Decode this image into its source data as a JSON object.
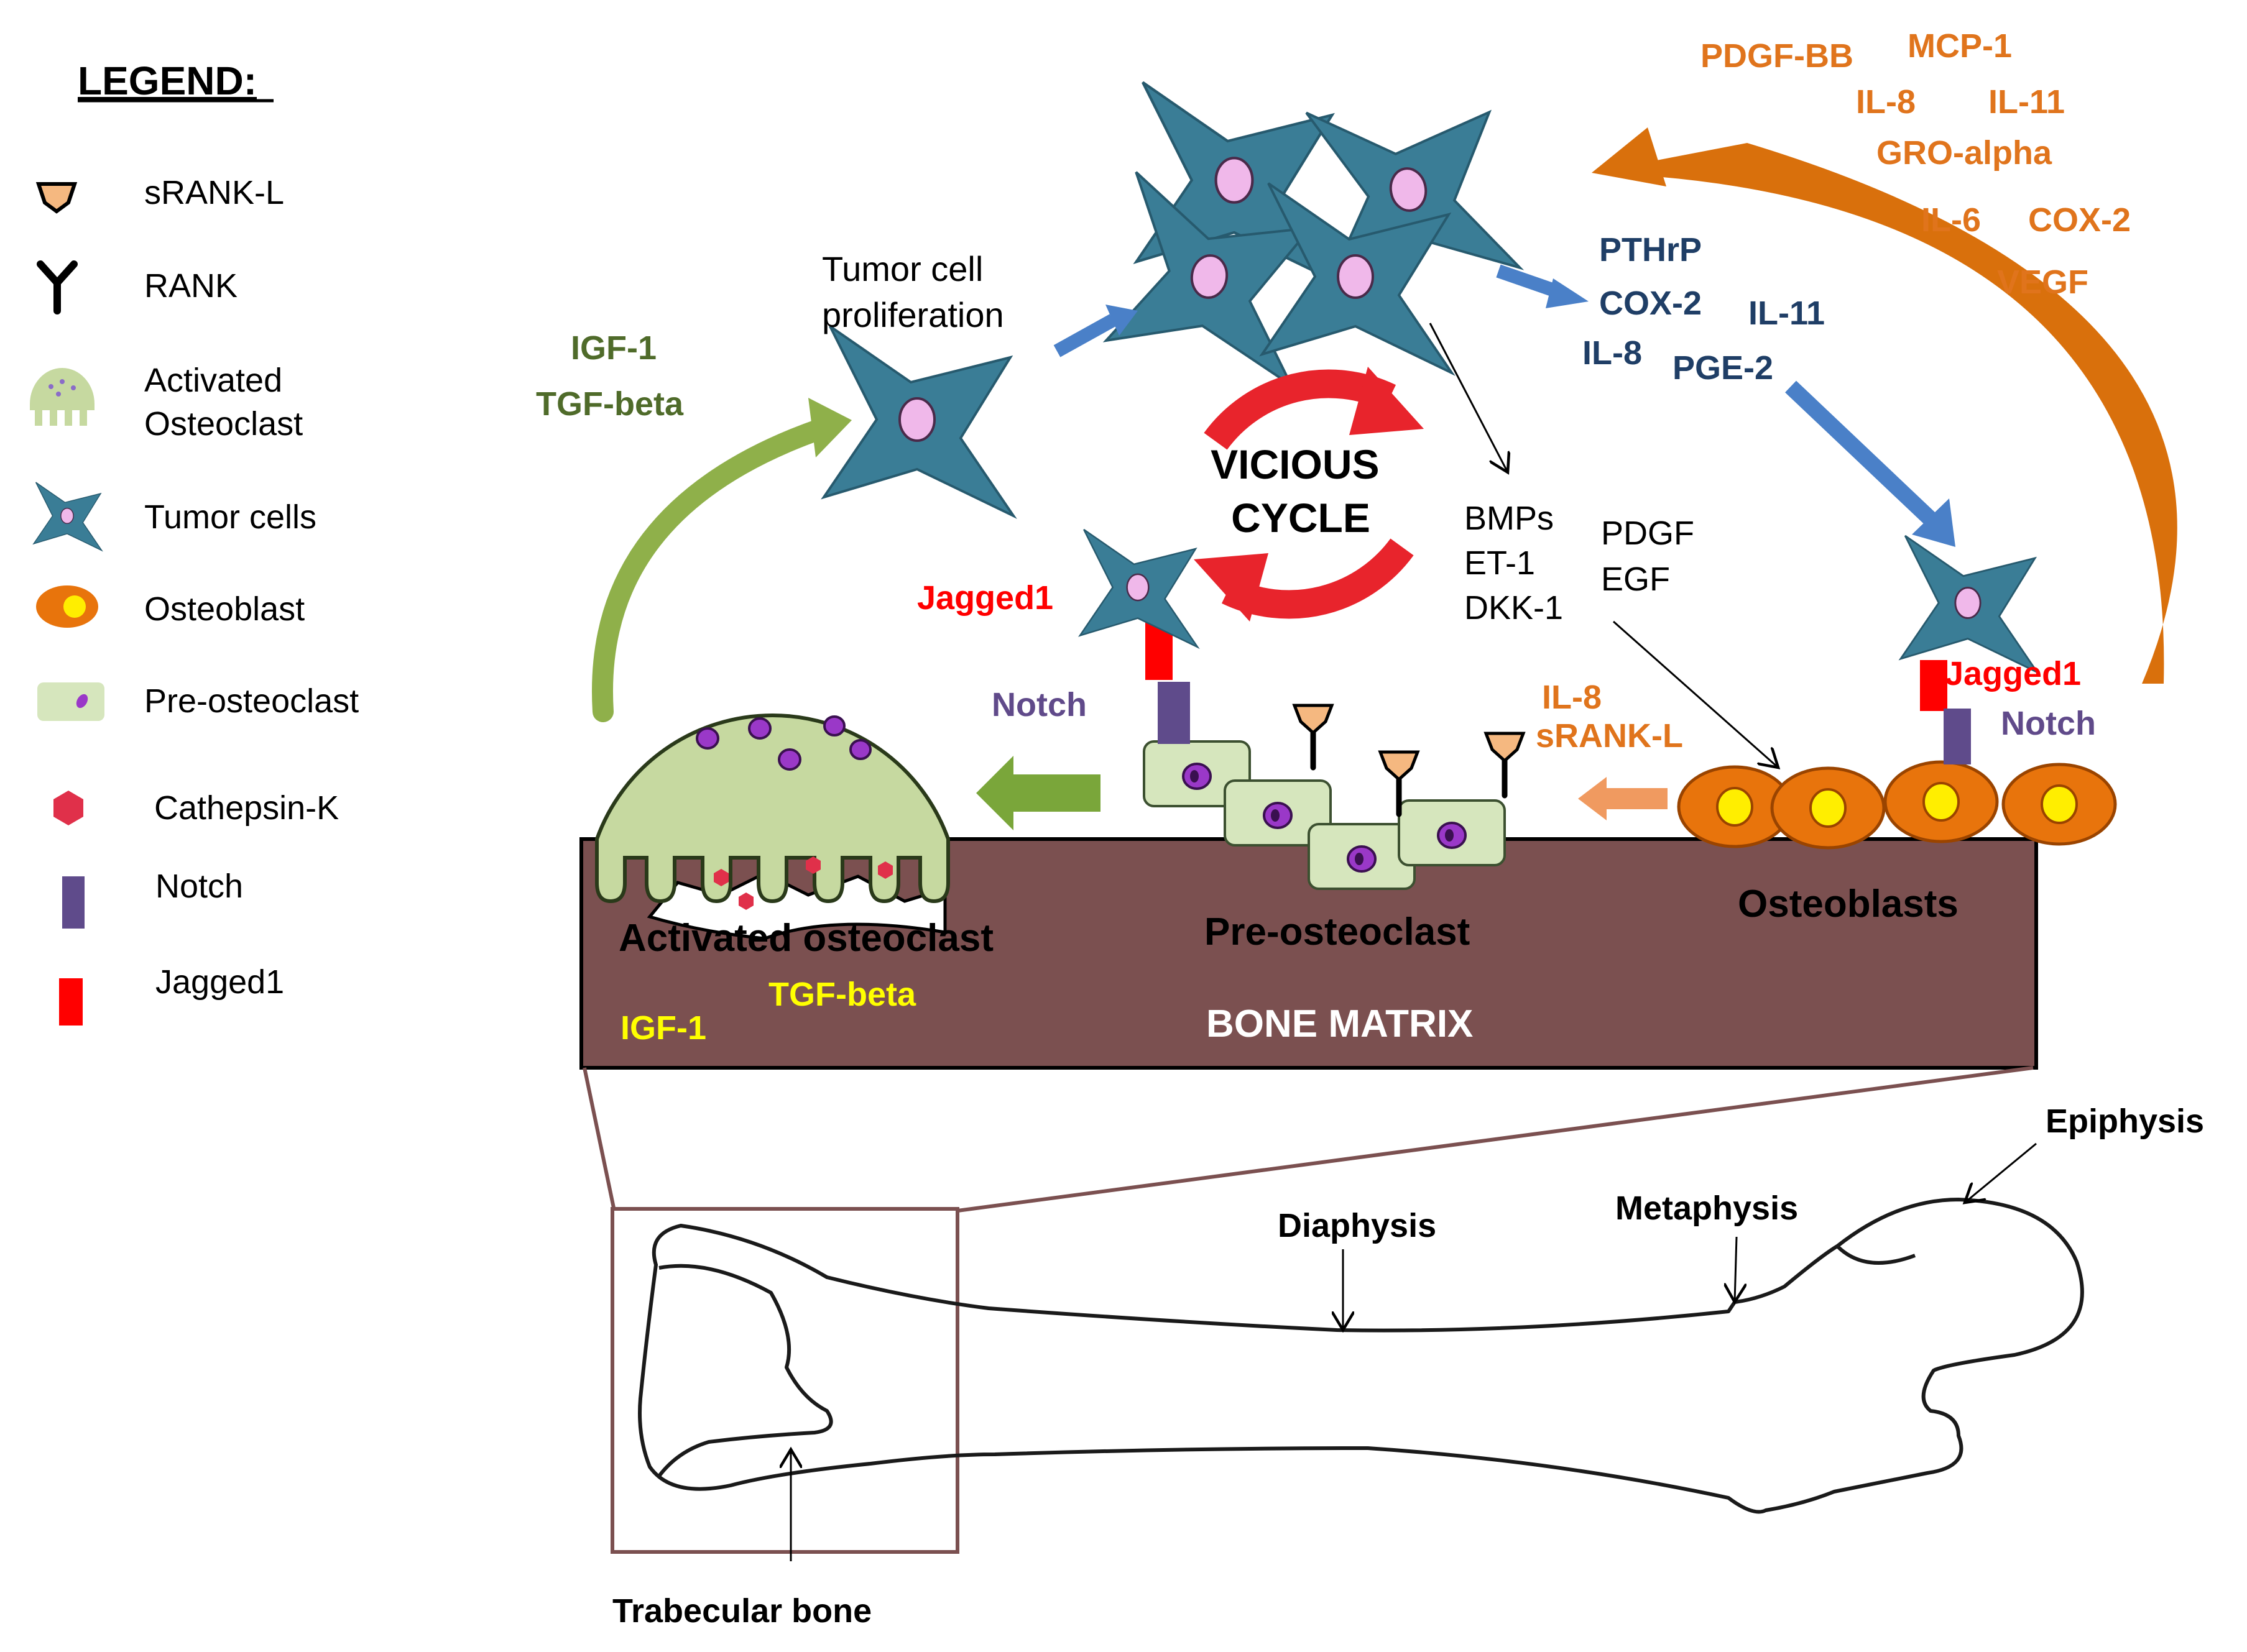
{
  "legend": {
    "title": "LEGEND:",
    "items": [
      {
        "label": "sRANK-L",
        "icon": "srankl-icon"
      },
      {
        "label": "RANK",
        "icon": "rank-receptor-icon"
      },
      {
        "label": "Activated\nOsteoclast",
        "icon": "activated-osteoclast-icon"
      },
      {
        "label": "Tumor cells",
        "icon": "tumor-cell-icon"
      },
      {
        "label": "Osteoblast",
        "icon": "osteoblast-icon"
      },
      {
        "label": "Pre-osteoclast",
        "icon": "pre-osteoclast-icon"
      },
      {
        "label": "Cathepsin-K",
        "icon": "cathepsin-k-icon"
      },
      {
        "label": "Notch",
        "icon": "notch-icon"
      },
      {
        "label": "Jagged1",
        "icon": "jagged1-icon"
      }
    ]
  },
  "colors": {
    "tumor_fill": "#3a7d96",
    "tumor_nucleus": "#f0b8ea",
    "osteoclast_fill": "#c6d9a0",
    "osteoblast_fill": "#e8740c",
    "osteoblast_nucleus": "#ffee00",
    "bone_matrix": "#7b5050",
    "notch": "#5f4b8b",
    "jagged": "#ff0000",
    "orange_text": "#e0741c",
    "blue_text": "#1f3e66",
    "green_text": "#4f6b2a",
    "yellow_text": "#ffff00",
    "red_text": "#ff0000",
    "purple_text": "#604a8a"
  },
  "labels": {
    "tumor_proliferation": "Tumor cell\nproliferation",
    "igf1_top": "IGF-1",
    "tgf_top": "TGF-beta",
    "vicious_cycle": "VICIOUS\nCYCLE",
    "jagged1_left": "Jagged1",
    "notch_left": "Notch",
    "bmps_group": "BMPs\nET-1\nDKK-1",
    "pdgf_egf": "PDGF\nEGF",
    "il8_srankl": "IL-8\nsRANK-L",
    "jagged1_right": "Jagged1",
    "notch_right": "Notch",
    "pthrp": "PTHrP",
    "cox2_blue": "COX-2",
    "il11_blue": "IL-11",
    "il8_blue": "IL-8",
    "pge2": "PGE-2",
    "pdgfbb": "PDGF-BB",
    "mcp1": "MCP-1",
    "il8_orange": "IL-8",
    "il11_orange": "IL-11",
    "gro_alpha": "GRO-alpha",
    "il6": "IL-6",
    "cox2_orange": "COX-2",
    "vegf": "VEGF",
    "activated_osteoclast": "Activated osteoclast",
    "pre_osteoclast": "Pre-osteoclast",
    "osteoblasts": "Osteoblasts",
    "tgf_bone": "TGF-beta",
    "igf1_bone": "IGF-1",
    "bone_matrix": "BONE MATRIX",
    "epiphysis": "Epiphysis",
    "diaphysis": "Diaphysis",
    "metaphysis": "Metaphysis",
    "trabecular_bone": "Trabecular bone"
  }
}
